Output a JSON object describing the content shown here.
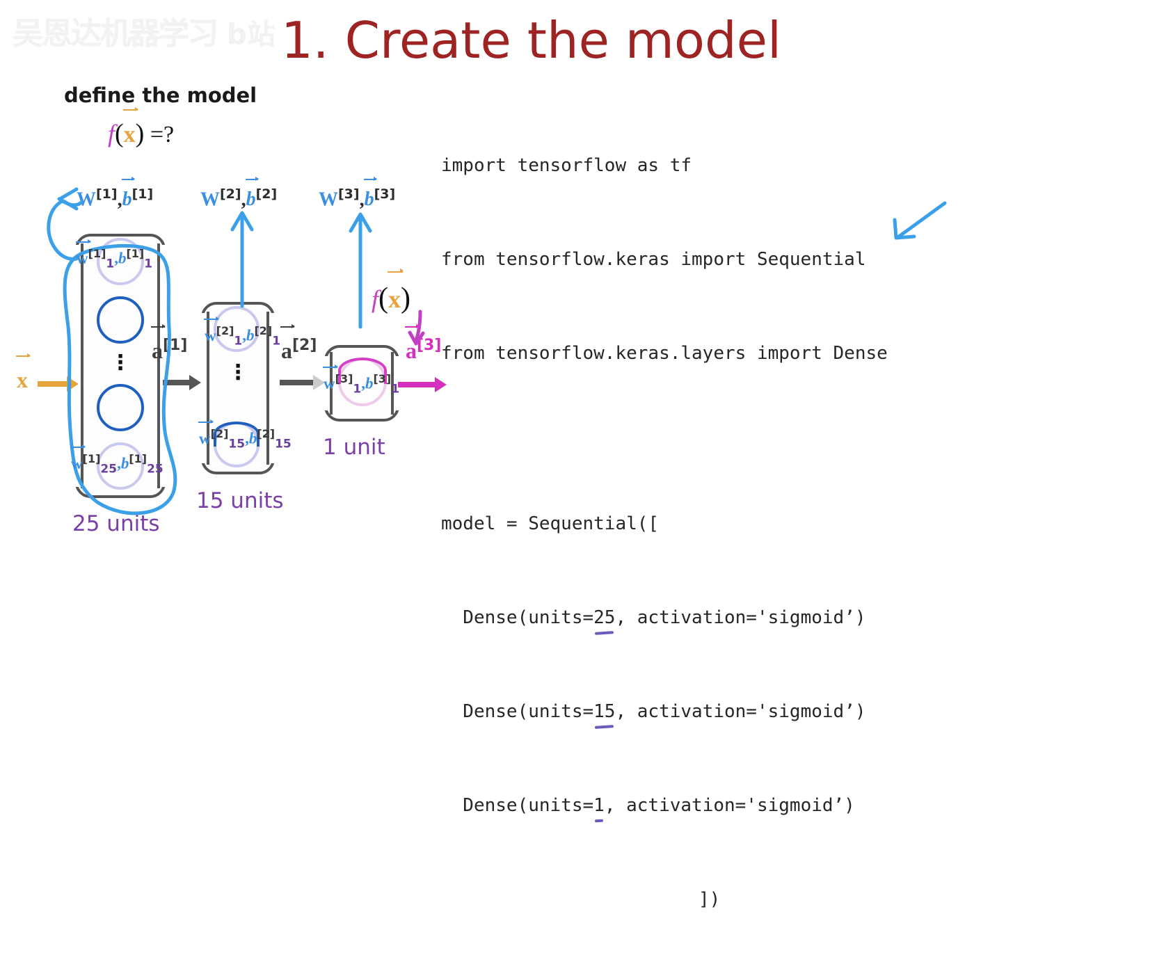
{
  "watermark": {
    "text": "吴恩达机器学习",
    "sub": "b站"
  },
  "title": "1. Create the model",
  "left_panel": {
    "caption": "define the model",
    "formula": {
      "f": "f",
      "open": "(",
      "x": "x",
      "close": ")",
      "eq": "=?"
    }
  },
  "code": {
    "lines": [
      "import tensorflow as tf",
      "from tensorflow.keras import Sequential",
      "from tensorflow.keras.layers import Dense",
      "model = Sequential([",
      "  Dense(units=25, activation='sigmoid’)",
      "  Dense(units=15, activation='sigmoid’)",
      "  Dense(units=1, activation='sigmoid’)",
      "])"
    ],
    "line1": "import tensorflow as tf",
    "line2": "from tensorflow.keras import Sequential",
    "line3": "from tensorflow.keras.layers import Dense",
    "line4": "model = Sequential([",
    "dense1_pre": "  Dense(units=",
    "dense1_units": "25",
    "dense1_post": ", activation='sigmoid’)",
    "dense2_pre": "  Dense(units=",
    "dense2_units": "15",
    "dense2_post": ", activation='sigmoid’)",
    "dense3_pre": "  Dense(units=",
    "dense3_units": "1",
    "dense3_post": ", activation='sigmoid’)",
    "close": "])",
    "underline_color": "#6b5bbd"
  },
  "network": {
    "param_labels": [
      {
        "W": "W",
        "sup": "[1]",
        "comma": ",",
        "b": "b",
        "bsup": "[1]"
      },
      {
        "W": "W",
        "sup": "[2]",
        "comma": ",",
        "b": "b",
        "bsup": "[2]"
      },
      {
        "W": "W",
        "sup": "[3]",
        "comma": ",",
        "b": "b",
        "bsup": "[3]"
      }
    ],
    "layer1": {
      "top_node": {
        "w": "w",
        "wsup": "[1]",
        "wsub": "1",
        "comma": ",",
        "b": "b",
        "bsup": "[1]",
        "bsub": "1"
      },
      "bottom_node": {
        "w": "w",
        "wsup": "[1]",
        "wsub": "25",
        "comma": ",",
        "b": "b",
        "bsup": "[1]",
        "bsub": "25"
      },
      "caption": "25 units",
      "dots": "⋮"
    },
    "layer2": {
      "top_node": {
        "w": "w",
        "wsup": "[2]",
        "wsub": "1",
        "comma": ",",
        "b": "b",
        "bsup": "[2]",
        "bsub": "1"
      },
      "bottom_node": {
        "w": "w",
        "wsup": "[2]",
        "wsub": "15",
        "comma": ",",
        "b": "b",
        "bsup": "[2]",
        "bsub": "15"
      },
      "caption": "15 units",
      "dots": "⋮"
    },
    "layer3": {
      "node": {
        "w": "w",
        "wsup": "[3]",
        "wsub": "1",
        "comma": ",",
        "b": "b",
        "bsup": "[3]",
        "bsub": "1"
      },
      "caption": "1 unit"
    },
    "input_label": {
      "x": "x"
    },
    "activations": [
      {
        "a": "a",
        "sup": "[1]"
      },
      {
        "a": "a",
        "sup": "[2]"
      },
      {
        "a": "a",
        "sup": "[3]"
      }
    ],
    "fx_annotation": {
      "f": "f",
      "open": "(",
      "x": "x",
      "close": ")"
    }
  },
  "colors": {
    "title": "#9e2323",
    "blue": "#3b8fe0",
    "neuron_blue": "#1f5fc0",
    "purple": "#7b3fa8",
    "magenta": "#d62fc0",
    "orange": "#e8a33d",
    "code": "#262626",
    "underline": "#6b5bbd"
  }
}
